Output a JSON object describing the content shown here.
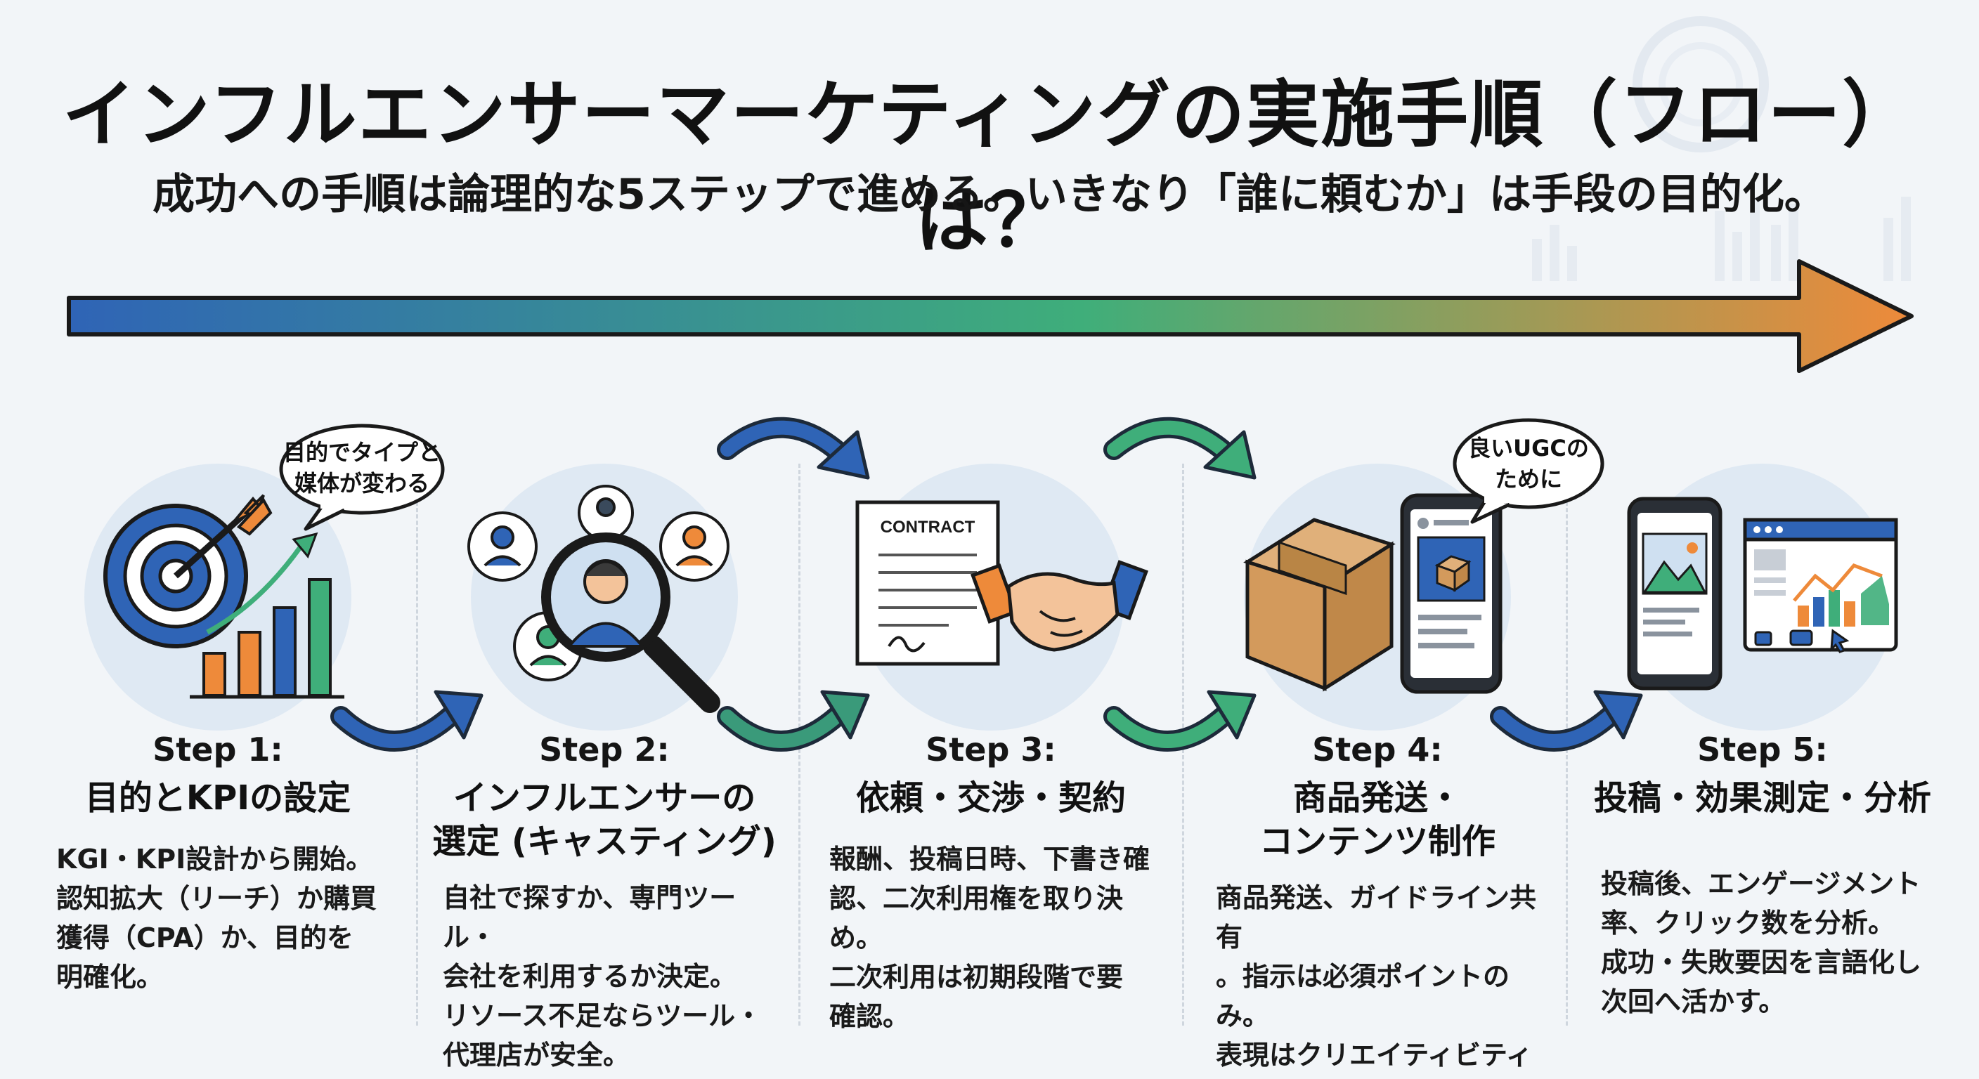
{
  "title": "インフルエンサーマーケティングの実施手順（フロー）は？",
  "subtitle": "成功への手順は論理的な5ステップで進める。いきなり「誰に頼むか」は手段の目的化。",
  "colors": {
    "arrow_start": "#2f64b6",
    "arrow_mid": "#3fae7a",
    "arrow_end": "#ee8a3a",
    "circle_bg": "#dfe9f3"
  },
  "steps": [
    {
      "number": "Step 1:",
      "title": "目的とKPIの設定",
      "description": "KGI・KPI設計から開始。\n認知拡大（リーチ）か購買\n獲得（CPA）か、目的を\n明確化。",
      "icon": "target-chart-icon",
      "bubble": "目的でタイプと\n媒体が変わる"
    },
    {
      "number": "Step 2:",
      "title": "インフルエンサーの\n選定 (キャスティング)",
      "description": "自社で探すか、専門ツール・\n会社を利用するか決定。\nリソース不足ならツール・\n代理店が安全。",
      "icon": "people-search-icon"
    },
    {
      "number": "Step 3:",
      "title": "依頼・交渉・契約",
      "description": "報酬、投稿日時、下書き確\n認、二次利用権を取り決め。\n二次利用は初期段階で要\n確認。",
      "icon": "contract-handshake-icon",
      "contract_label": "CONTRACT"
    },
    {
      "number": "Step 4:",
      "title": "商品発送・\nコンテンツ制作",
      "description": "商品発送、ガイドライン共有\n。指示は必須ポイントのみ。\n表現はクリエイティビティ\nに委ねる勇気。",
      "icon": "package-phone-icon",
      "bubble": "良いUGCの\nために"
    },
    {
      "number": "Step 5:",
      "title": "投稿・効果測定・分析",
      "description": "投稿後、エンゲージメント\n率、クリック数を分析。\n成功・失敗要因を言語化し\n次回へ活かす。",
      "icon": "analytics-dashboard-icon"
    }
  ]
}
